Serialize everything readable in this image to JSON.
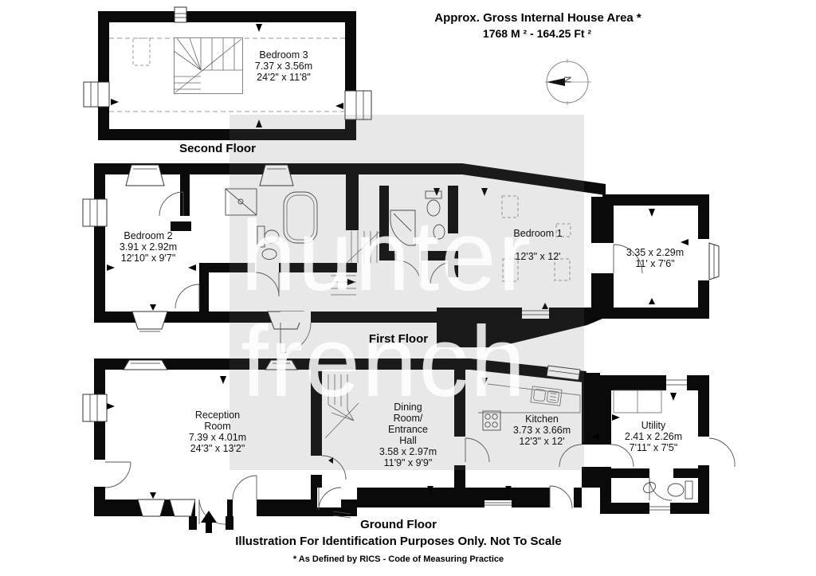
{
  "header": {
    "line1": "Approx. Gross Internal House Area *",
    "line2": "1768 M ²  -  164.25 Ft ²"
  },
  "compass": {
    "label": "N"
  },
  "watermark": {
    "line1": "hunter",
    "line2": "french"
  },
  "floors": [
    {
      "label": "Second Floor",
      "rooms": [
        {
          "name": "Bedroom 3",
          "metric": "7.37 x 3.56m",
          "imperial": "24'2\" x 11'8\""
        }
      ]
    },
    {
      "label": "First Floor",
      "rooms": [
        {
          "name": "Bedroom 2",
          "metric": "3.91 x 2.92m",
          "imperial": "12'10\" x 9'7\""
        },
        {
          "name": "Bedroom 1",
          "metric": "",
          "imperial": "12'3\" x 12'"
        },
        {
          "name": "",
          "metric": "3.35 x 2.29m",
          "imperial": "11' x 7'6\""
        }
      ]
    },
    {
      "label": "Ground Floor",
      "rooms": [
        {
          "name": "Reception Room",
          "metric": "7.39 x 4.01m",
          "imperial": "24'3\" x 13'2\""
        },
        {
          "name": "Dining Room/ Entrance Hall",
          "metric": "3.58 x 2.97m",
          "imperial": "11'9\" x 9'9\""
        },
        {
          "name": "Kitchen",
          "metric": "3.73 x 3.66m",
          "imperial": "12'3\" x 12'"
        },
        {
          "name": "Utility",
          "metric": "2.41 x 2.26m",
          "imperial": "7'11\" x 7'5\""
        }
      ]
    }
  ],
  "footer": {
    "line1": "Illustration For Identification Purposes Only. Not To Scale",
    "line2": "* As Defined by RICS - Code of Measuring Practice"
  },
  "colors": {
    "wall": "#0a0a0a",
    "watermark_text": "#ffffff",
    "overlay": "rgba(110,110,120,0.16)"
  }
}
